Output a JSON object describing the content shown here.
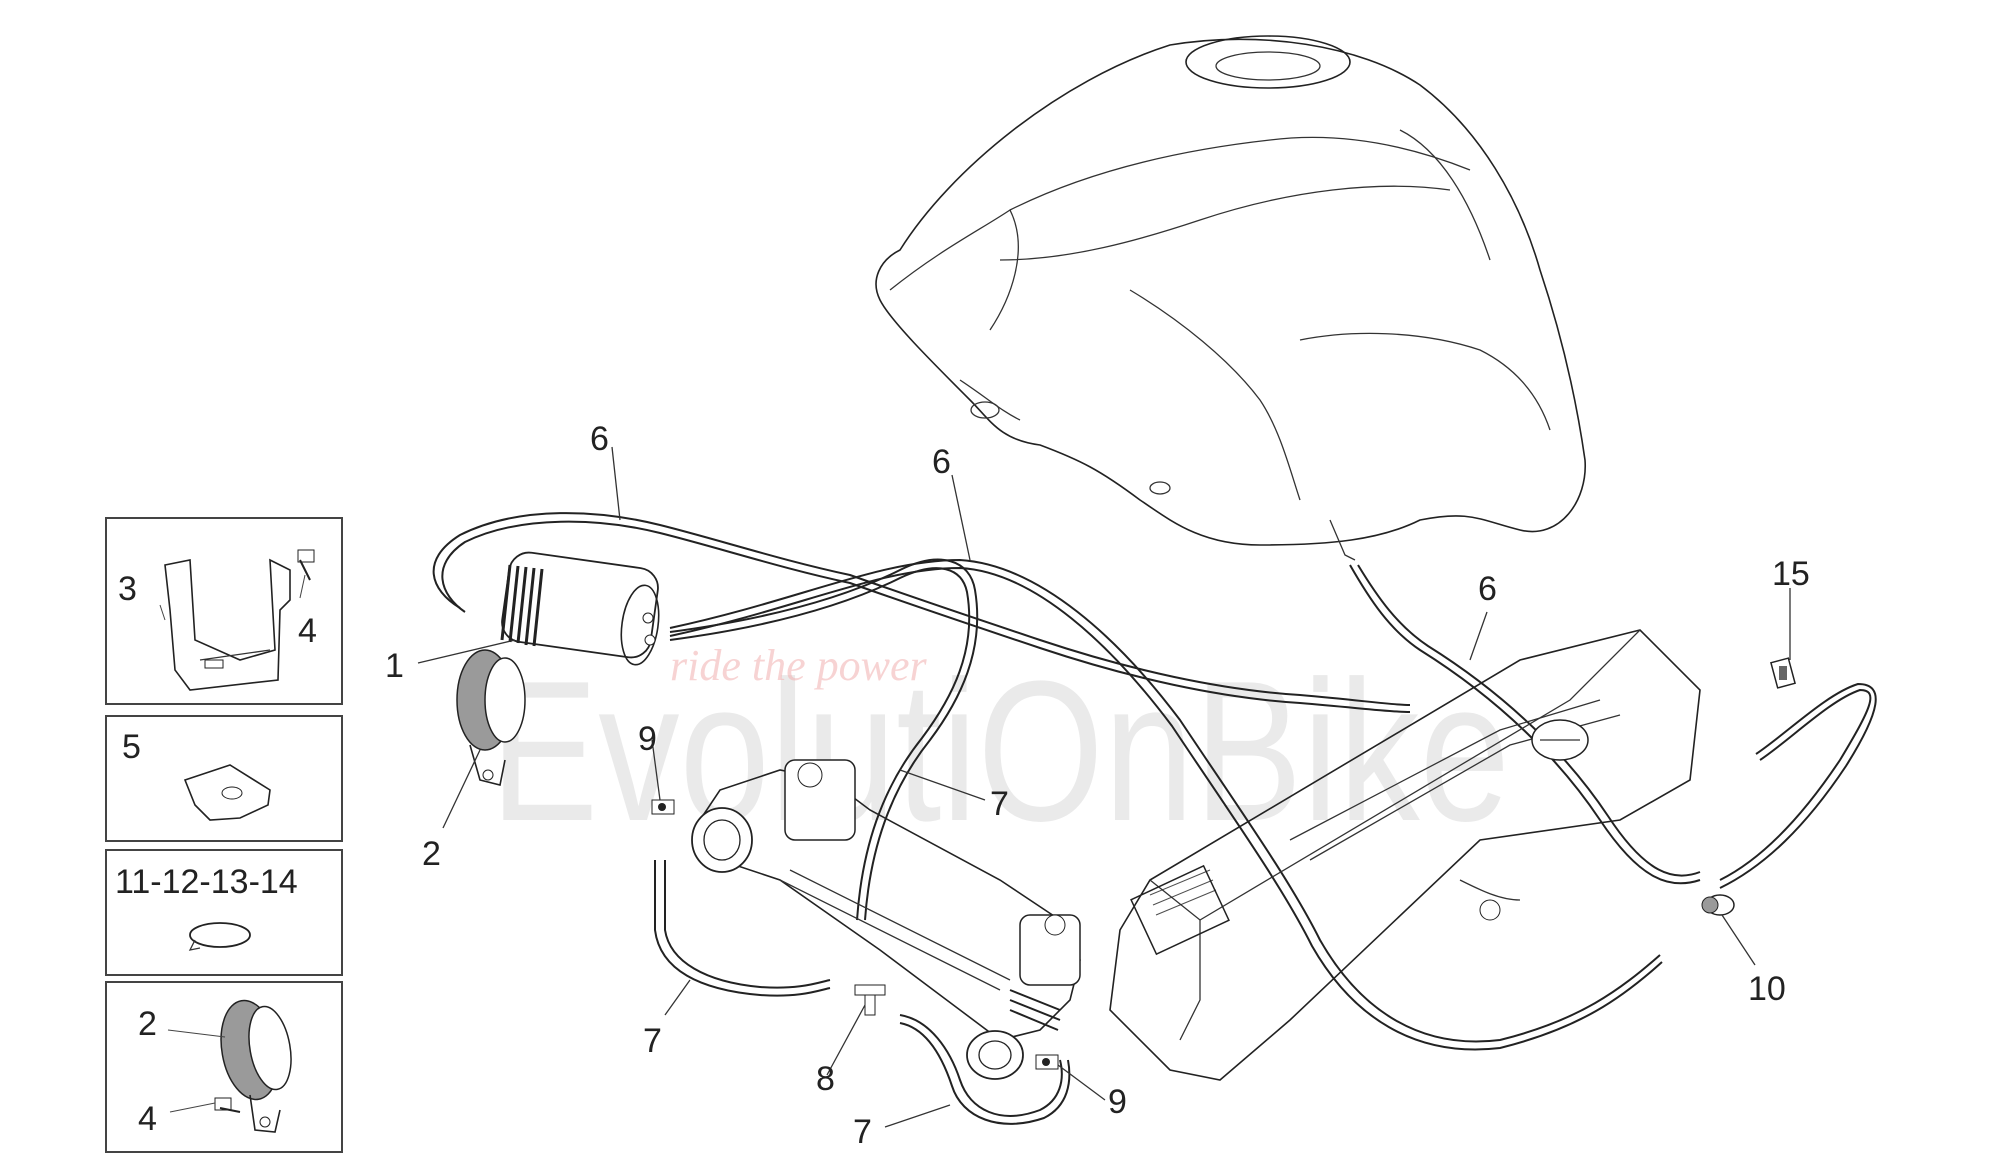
{
  "watermark": {
    "brand": "EvolutiOnBike",
    "slogan": "ride the power"
  },
  "callouts": [
    {
      "id": "c6a",
      "text": "6"
    },
    {
      "id": "c6b",
      "text": "6"
    },
    {
      "id": "c6c",
      "text": "6"
    },
    {
      "id": "c15",
      "text": "15"
    },
    {
      "id": "c1",
      "text": "1"
    },
    {
      "id": "c2",
      "text": "2"
    },
    {
      "id": "c9a",
      "text": "9"
    },
    {
      "id": "c7a",
      "text": "7"
    },
    {
      "id": "c7b",
      "text": "7"
    },
    {
      "id": "c7c",
      "text": "7"
    },
    {
      "id": "c8",
      "text": "8"
    },
    {
      "id": "c9b",
      "text": "9"
    },
    {
      "id": "c10",
      "text": "10"
    }
  ],
  "inset_boxes": [
    {
      "id": "box1",
      "labels": [
        "3",
        "4"
      ]
    },
    {
      "id": "box2",
      "labels": [
        "5"
      ]
    },
    {
      "id": "box3",
      "labels": [
        "11-12-13-14"
      ]
    },
    {
      "id": "box4",
      "labels": [
        "2",
        "4"
      ]
    }
  ]
}
